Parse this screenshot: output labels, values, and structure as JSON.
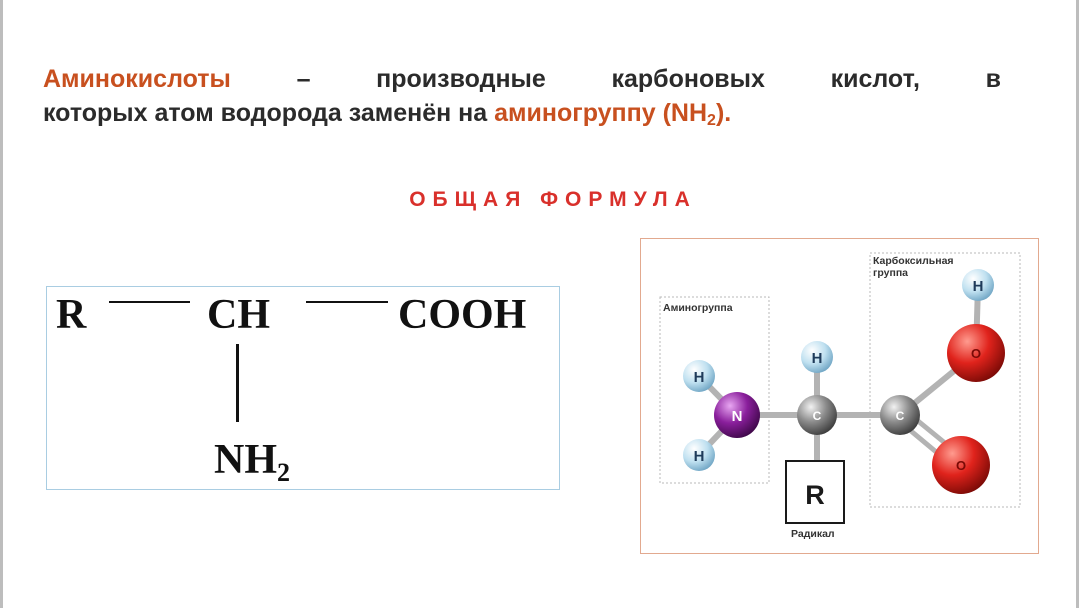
{
  "definition": {
    "term": "Аминокислоты",
    "dash_and_words": [
      "–",
      "производные",
      "карбоновых",
      "кислот,",
      "в"
    ],
    "line2_text": "которых атом водорода заменён на ",
    "amino_word": "аминогруппу (NH",
    "amino_sub": "2",
    "amino_end": ")."
  },
  "formula_heading": "ОБЩАЯ ФОРМУЛА",
  "formula": {
    "r": "R",
    "ch": "CH",
    "cooh": "COOH",
    "nh": "NH",
    "nh_sub": "2"
  },
  "model": {
    "amino_group_label": "Аминогруппа",
    "carboxyl_group_label": "Карбоксильная группа",
    "radical_label": "Радикал",
    "radical_symbol": "R",
    "atoms": {
      "h": "H",
      "n": "N",
      "c": "C",
      "o": "O"
    },
    "colors": {
      "hydrogen": "#bfe0f0",
      "nitrogen": "#8a1f9c",
      "carbon": "#8c8c8c",
      "oxygen": "#e0231c"
    }
  }
}
